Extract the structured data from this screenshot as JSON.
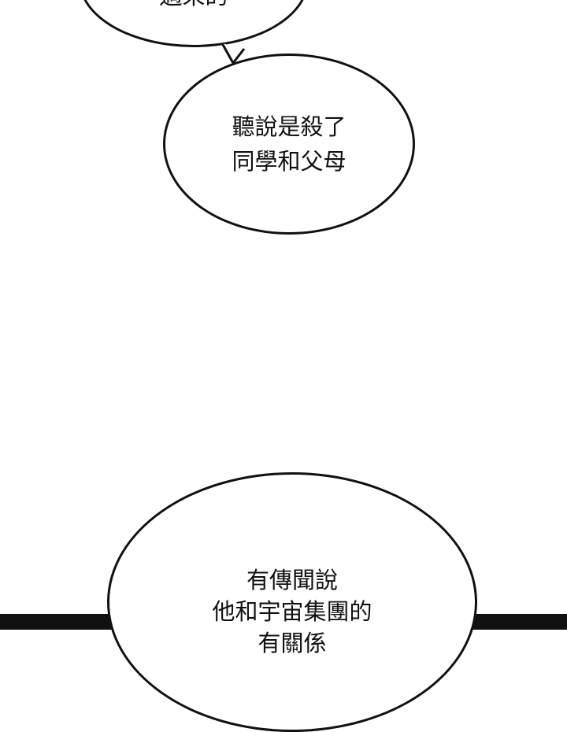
{
  "panel": {
    "bubble_top": {
      "lines": [
        "過來的"
      ]
    },
    "bubble_middle": {
      "lines": [
        "聽說是殺了",
        "同學和父母"
      ]
    },
    "bubble_bottom": {
      "lines": [
        "有傳聞說",
        "他和宇宙集團的",
        "有關係"
      ]
    }
  },
  "colors": {
    "ink": "#111111",
    "paper": "#ffffff",
    "floor": "#111111"
  }
}
